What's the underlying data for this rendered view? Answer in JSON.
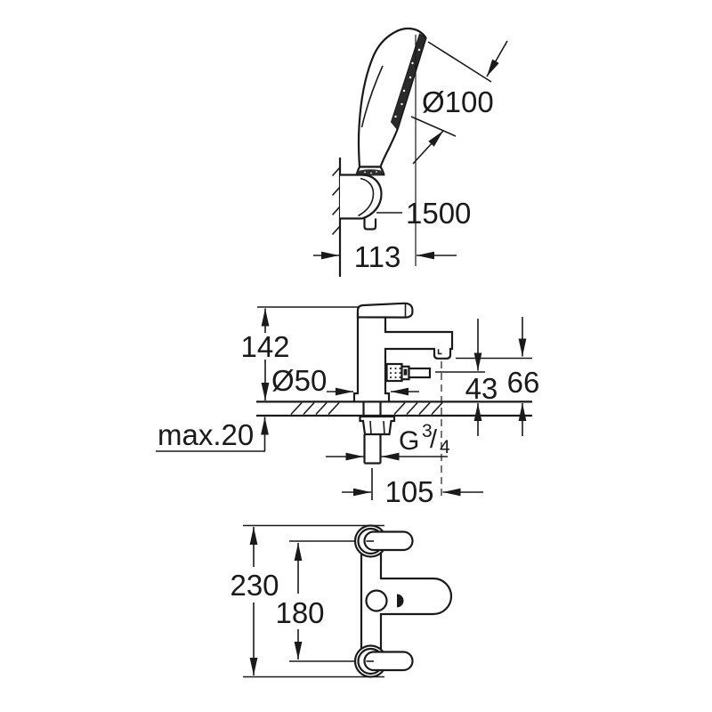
{
  "drawing": {
    "type": "technical-dimension-drawing",
    "background": "#ffffff",
    "line_color": "#1a1a1a",
    "dimensions": {
      "head_diameter": "Ø100",
      "hose_length": "1500",
      "holder_offset": "113",
      "body_height": "142",
      "base_diameter": "Ø50",
      "handshower_outlet_height": "43",
      "spout_outlet_height": "66",
      "max_deck_thickness": "max.20",
      "thread_g": "G",
      "thread_num": "3",
      "thread_slash": "/",
      "thread_den": "4",
      "spout_reach": "105",
      "overall_length": "230",
      "hole_spacing": "180"
    }
  }
}
